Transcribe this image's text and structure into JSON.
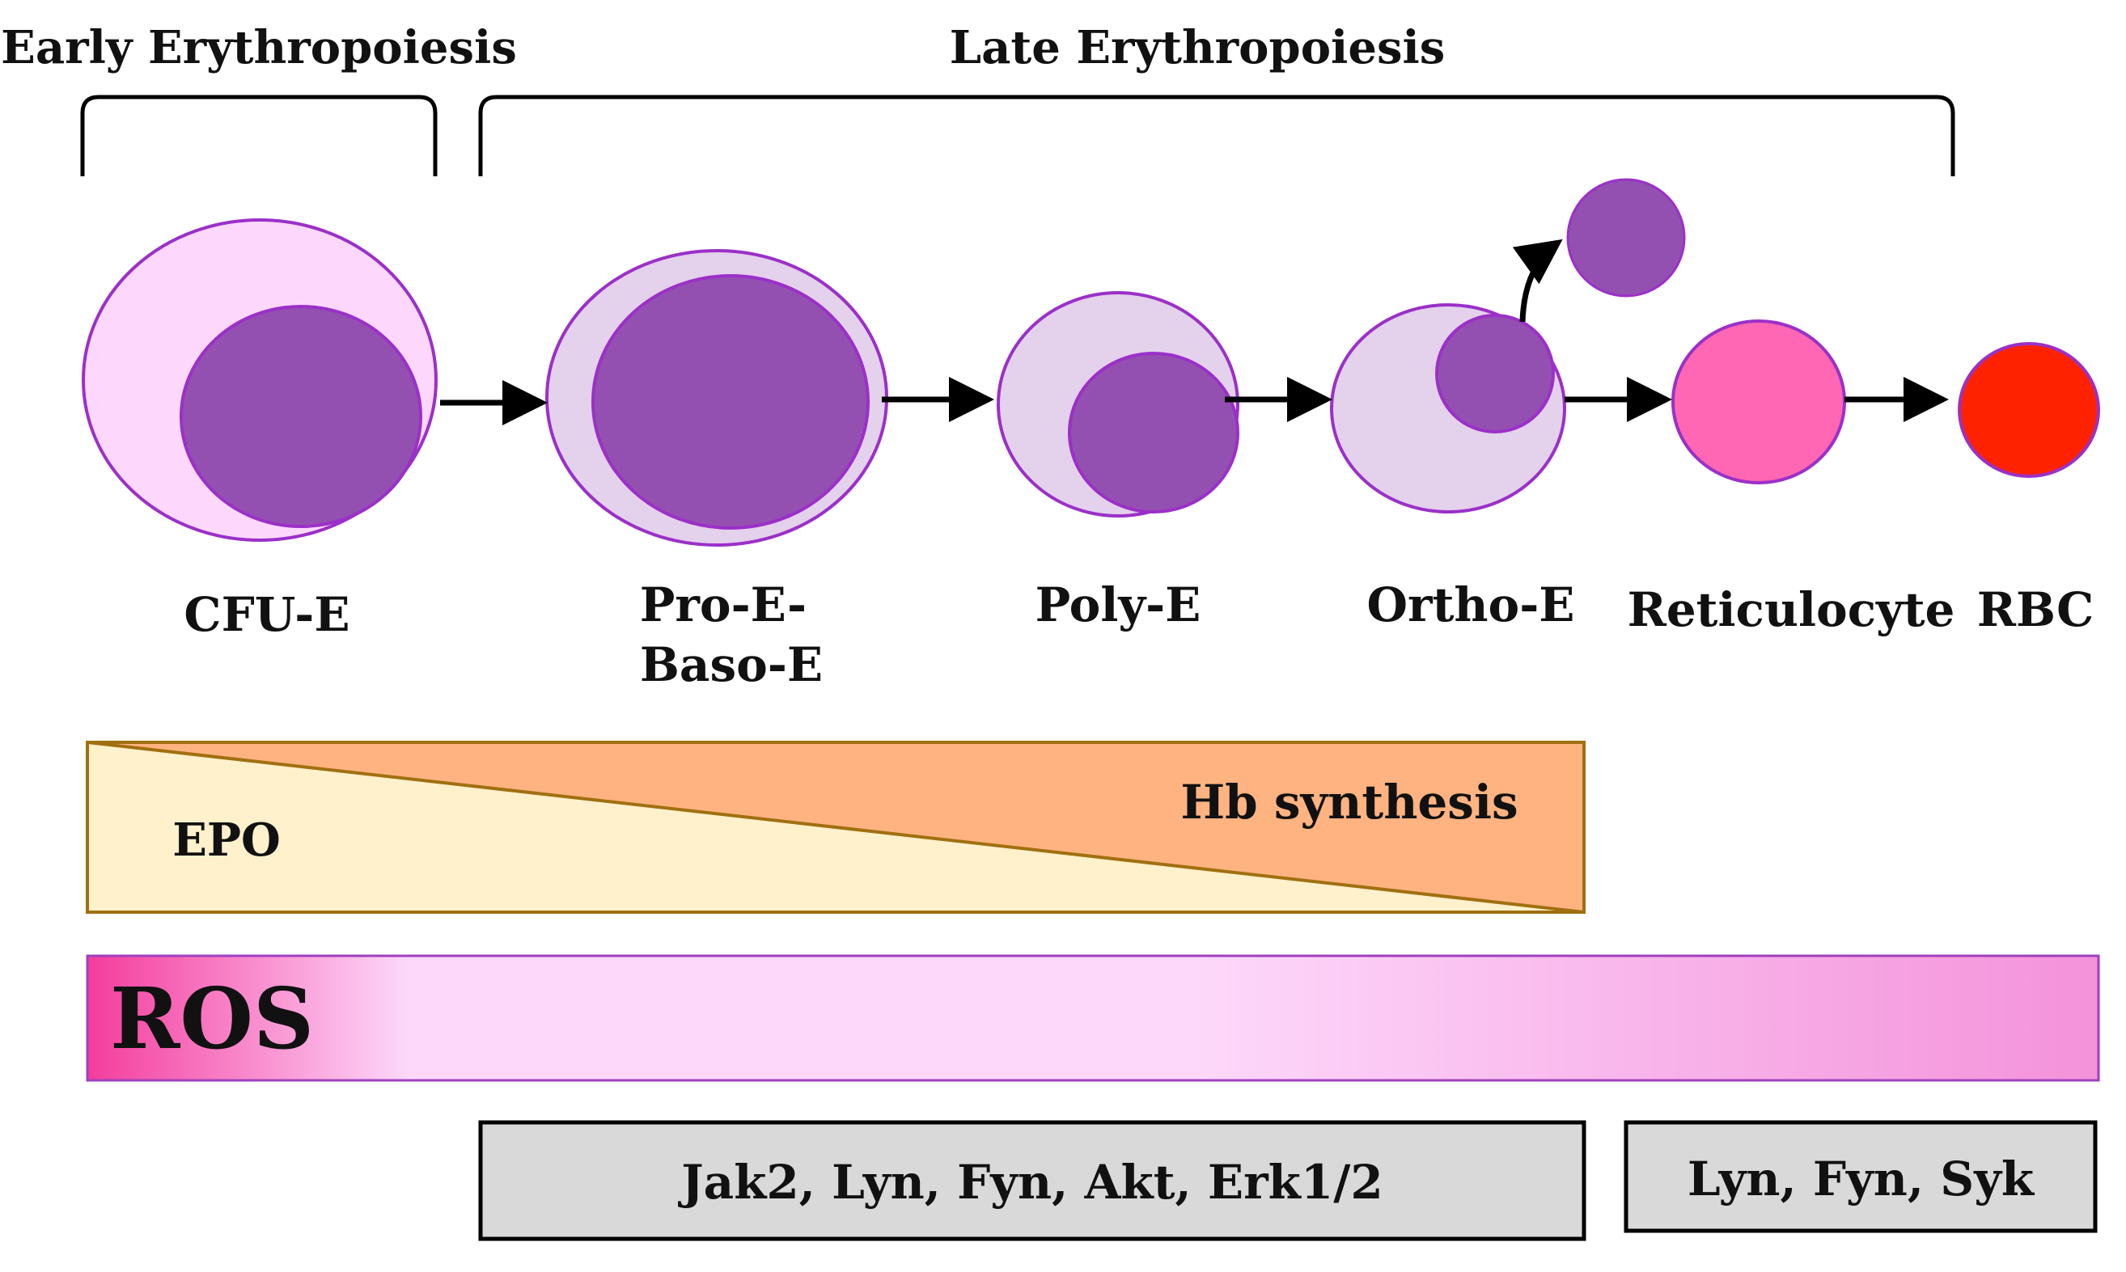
{
  "phases": {
    "early": "Early Erythropoiesis",
    "late": "Late Erythropoiesis"
  },
  "cells": [
    {
      "id": "cfu-e",
      "lines": [
        "CFU-E"
      ]
    },
    {
      "id": "pro-baso-e",
      "lines": [
        "Pro-E-",
        "Baso-E"
      ]
    },
    {
      "id": "poly-e",
      "lines": [
        "Poly-E"
      ]
    },
    {
      "id": "ortho-e",
      "lines": [
        "Ortho-E"
      ]
    },
    {
      "id": "reticulocyte",
      "lines": [
        "Reticulocyte"
      ]
    },
    {
      "id": "rbc",
      "lines": [
        "RBC"
      ]
    }
  ],
  "gradient_bar": {
    "left_label": "EPO",
    "right_label": "Hb synthesis"
  },
  "ros_bar": {
    "label": "ROS"
  },
  "kinase_boxes": {
    "late_box": "Jak2, Lyn, Fyn, Akt, Erk1/2",
    "terminal_box": "Lyn, Fyn, Syk"
  },
  "colors": {
    "nucleus": "#9450b0",
    "cell_outline": "#9b30c8",
    "cfu_cytoplasm": "#fdd8fc",
    "pale_cytoplasm": "#e4d1ec",
    "reticulocyte": "#ff66b3",
    "rbc": "#ff2200",
    "epo_fill": "#fff1cc",
    "hb_fill": "#ffb380",
    "gradient_border": "#a07010",
    "ros_start": "#f43c9c",
    "ros_light": "#fdd8fb",
    "ros_end": "#f492da",
    "box_fill": "#d9d9d9"
  }
}
